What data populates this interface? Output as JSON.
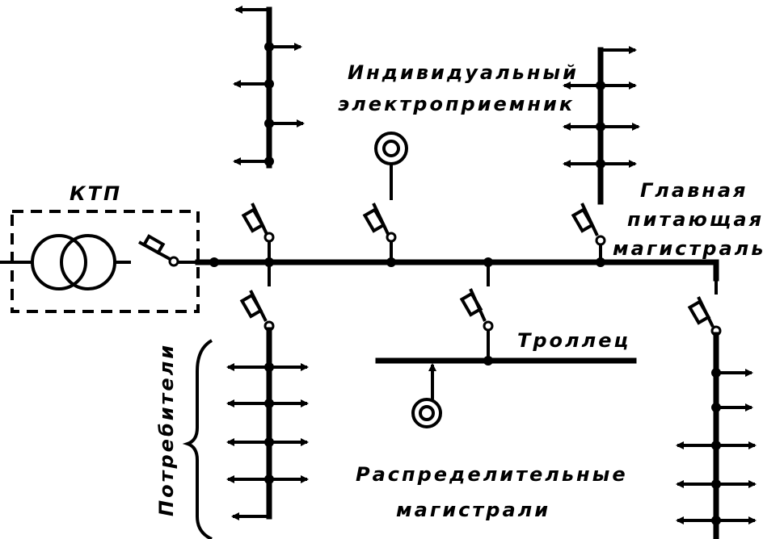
{
  "labels": {
    "ktp": "КТП",
    "individual_line1": "Индивидуальный",
    "individual_line2": "электроприемник",
    "main_line1": "Главная",
    "main_line2": "питающая",
    "main_line3": "магистраль",
    "trolley": "Троллец",
    "distribution_line1": "Распределительные",
    "distribution_line2": "магистрали",
    "consumers": "Потребители"
  },
  "colors": {
    "ink": "#000000",
    "paper": "#ffffff"
  }
}
